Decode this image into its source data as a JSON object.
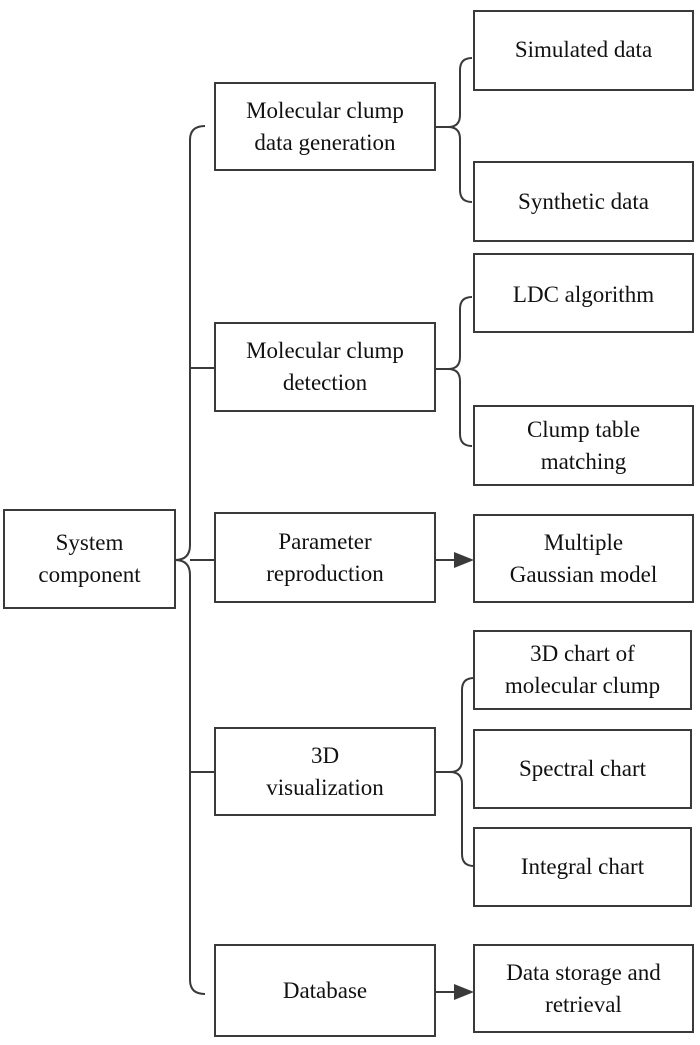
{
  "root": {
    "line1": "System",
    "line2": "component"
  },
  "components": [
    {
      "line1": "Molecular clump",
      "line2": "data generation"
    },
    {
      "line1": "Molecular clump",
      "line2": "detection"
    },
    {
      "line1": "Parameter",
      "line2": "reproduction"
    },
    {
      "line1": "3D",
      "line2": "visualization"
    },
    {
      "line1": "Database",
      "line2": ""
    }
  ],
  "subitems": [
    {
      "line1": "Simulated data",
      "line2": ""
    },
    {
      "line1": "Synthetic data",
      "line2": ""
    },
    {
      "line1": "LDC algorithm",
      "line2": ""
    },
    {
      "line1": "Clump table",
      "line2": "matching"
    },
    {
      "line1": "Multiple",
      "line2": "Gaussian model"
    },
    {
      "line1": "3D chart of",
      "line2": "molecular clump"
    },
    {
      "line1": "Spectral chart",
      "line2": ""
    },
    {
      "line1": "Integral chart",
      "line2": ""
    },
    {
      "line1": "Data storage and",
      "line2": "retrieval"
    }
  ]
}
